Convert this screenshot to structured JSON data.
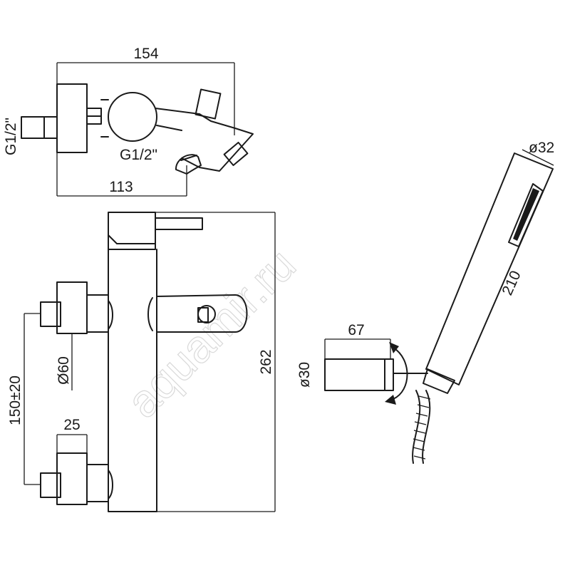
{
  "watermark": "aquamir.ru",
  "top_view": {
    "overall_width": "154",
    "inlet_thread": "G1/2\"",
    "outlet_thread": "G1/2\"",
    "outlet_offset": "113"
  },
  "front_view": {
    "flange_diameter": "Ø60",
    "centres": "150±20",
    "eccentric_depth": "25",
    "height": "262"
  },
  "hand_shower": {
    "head_diameter": "ø32",
    "length": "210",
    "holder_depth": "67",
    "holder_diameter": "ø30"
  }
}
